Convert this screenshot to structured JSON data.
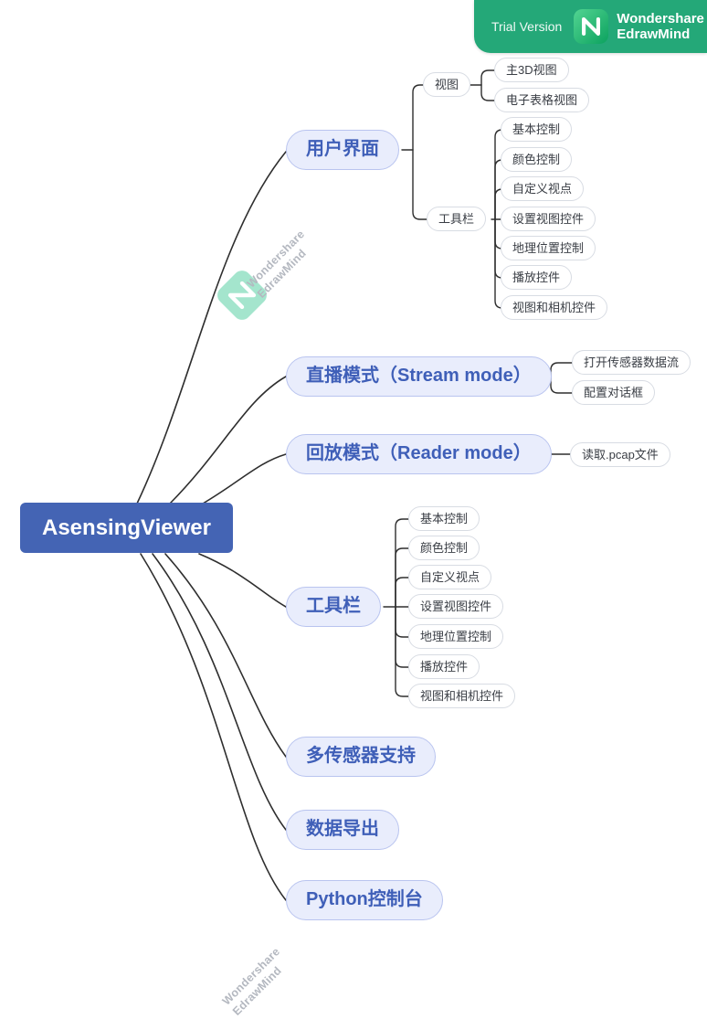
{
  "header": {
    "trial_label": "Trial Version",
    "brand_line1": "Wondershare",
    "brand_line2": "EdrawMind"
  },
  "watermark": {
    "line1": "Wondershare",
    "line2": "EdrawMind"
  },
  "colors": {
    "root_fill": "#4464b4",
    "branch_fill": "#e9edfc",
    "branch_border": "#b9c4ef",
    "branch_text": "#3f5fb8",
    "leaf_border": "#d8dce3",
    "leaf_text": "#3a3e45",
    "connector": "#2e2e2e",
    "header_green": "#24a878"
  },
  "map": {
    "root": {
      "label": "AsensingViewer"
    },
    "branches": [
      {
        "label": "用户界面",
        "children": [
          {
            "label": "视图",
            "children": [
              {
                "label": "主3D视图"
              },
              {
                "label": "电子表格视图"
              }
            ]
          },
          {
            "label": "工具栏",
            "children": [
              {
                "label": "基本控制"
              },
              {
                "label": "颜色控制"
              },
              {
                "label": "自定义视点"
              },
              {
                "label": "设置视图控件"
              },
              {
                "label": "地理位置控制"
              },
              {
                "label": "播放控件"
              },
              {
                "label": "视图和相机控件"
              }
            ]
          }
        ]
      },
      {
        "label": "直播模式（Stream mode）",
        "children": [
          {
            "label": "打开传感器数据流"
          },
          {
            "label": "配置对话框"
          }
        ]
      },
      {
        "label": "回放模式（Reader mode）",
        "children": [
          {
            "label": "读取.pcap文件"
          }
        ]
      },
      {
        "label": "工具栏",
        "children": [
          {
            "label": "基本控制"
          },
          {
            "label": "颜色控制"
          },
          {
            "label": "自定义视点"
          },
          {
            "label": "设置视图控件"
          },
          {
            "label": "地理位置控制"
          },
          {
            "label": "播放控件"
          },
          {
            "label": "视图和相机控件"
          }
        ]
      },
      {
        "label": "多传感器支持"
      },
      {
        "label": "数据导出"
      },
      {
        "label": "Python控制台"
      }
    ]
  }
}
